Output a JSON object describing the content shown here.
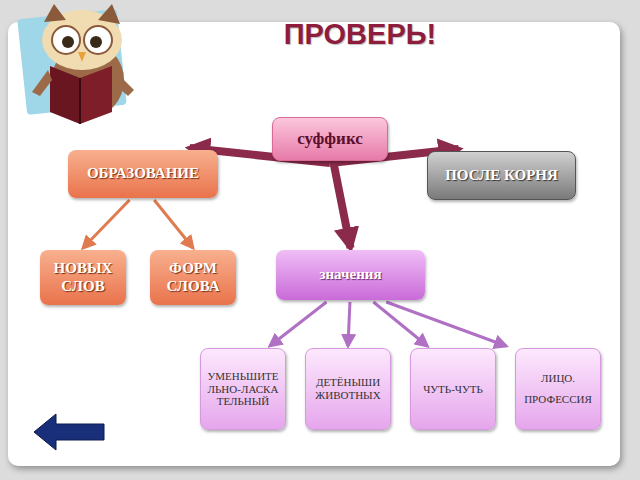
{
  "diagram": {
    "title": "ПРОВЕРЬ!",
    "nodes": [
      {
        "text": [
          "суффикс"
        ]
      },
      {
        "text": [
          "ОБРАЗОВАНИЕ"
        ]
      },
      {
        "text": [
          "ПОСЛЕ КОРНЯ"
        ]
      },
      {
        "text": [
          "НОВЫХ СЛОВ"
        ]
      },
      {
        "text": [
          "ФОРМ СЛОВА"
        ]
      },
      {
        "text": [
          "значения"
        ]
      },
      {
        "text": [
          "УМЕНЬШИТЕЛЬНО-ЛАСКАТЕЛЬНЫЙ"
        ]
      },
      {
        "text": [
          "ДЕТЁНЫШИ ЖИВОТНЫХ"
        ]
      },
      {
        "text": [
          "ЧУТЬ-ЧУТЬ"
        ]
      },
      {
        "text": [
          "ЛИЦО.",
          "ПРОФЕССИЯ"
        ]
      }
    ],
    "edges": [
      {
        "from": 0,
        "to": 1,
        "arrow": "to"
      },
      {
        "from": 0,
        "to": 2,
        "arrow": "to"
      },
      {
        "from": 0,
        "to": 5,
        "arrow": "to"
      },
      {
        "from": 1,
        "to": 3,
        "arrow": "to"
      },
      {
        "from": 1,
        "to": 4,
        "arrow": "to"
      },
      {
        "from": 5,
        "to": 6,
        "arrow": "to"
      },
      {
        "from": 5,
        "to": 7,
        "arrow": "to"
      },
      {
        "from": 5,
        "to": 8,
        "arrow": "to"
      },
      {
        "from": 5,
        "to": 9,
        "arrow": "to"
      }
    ]
  }
}
